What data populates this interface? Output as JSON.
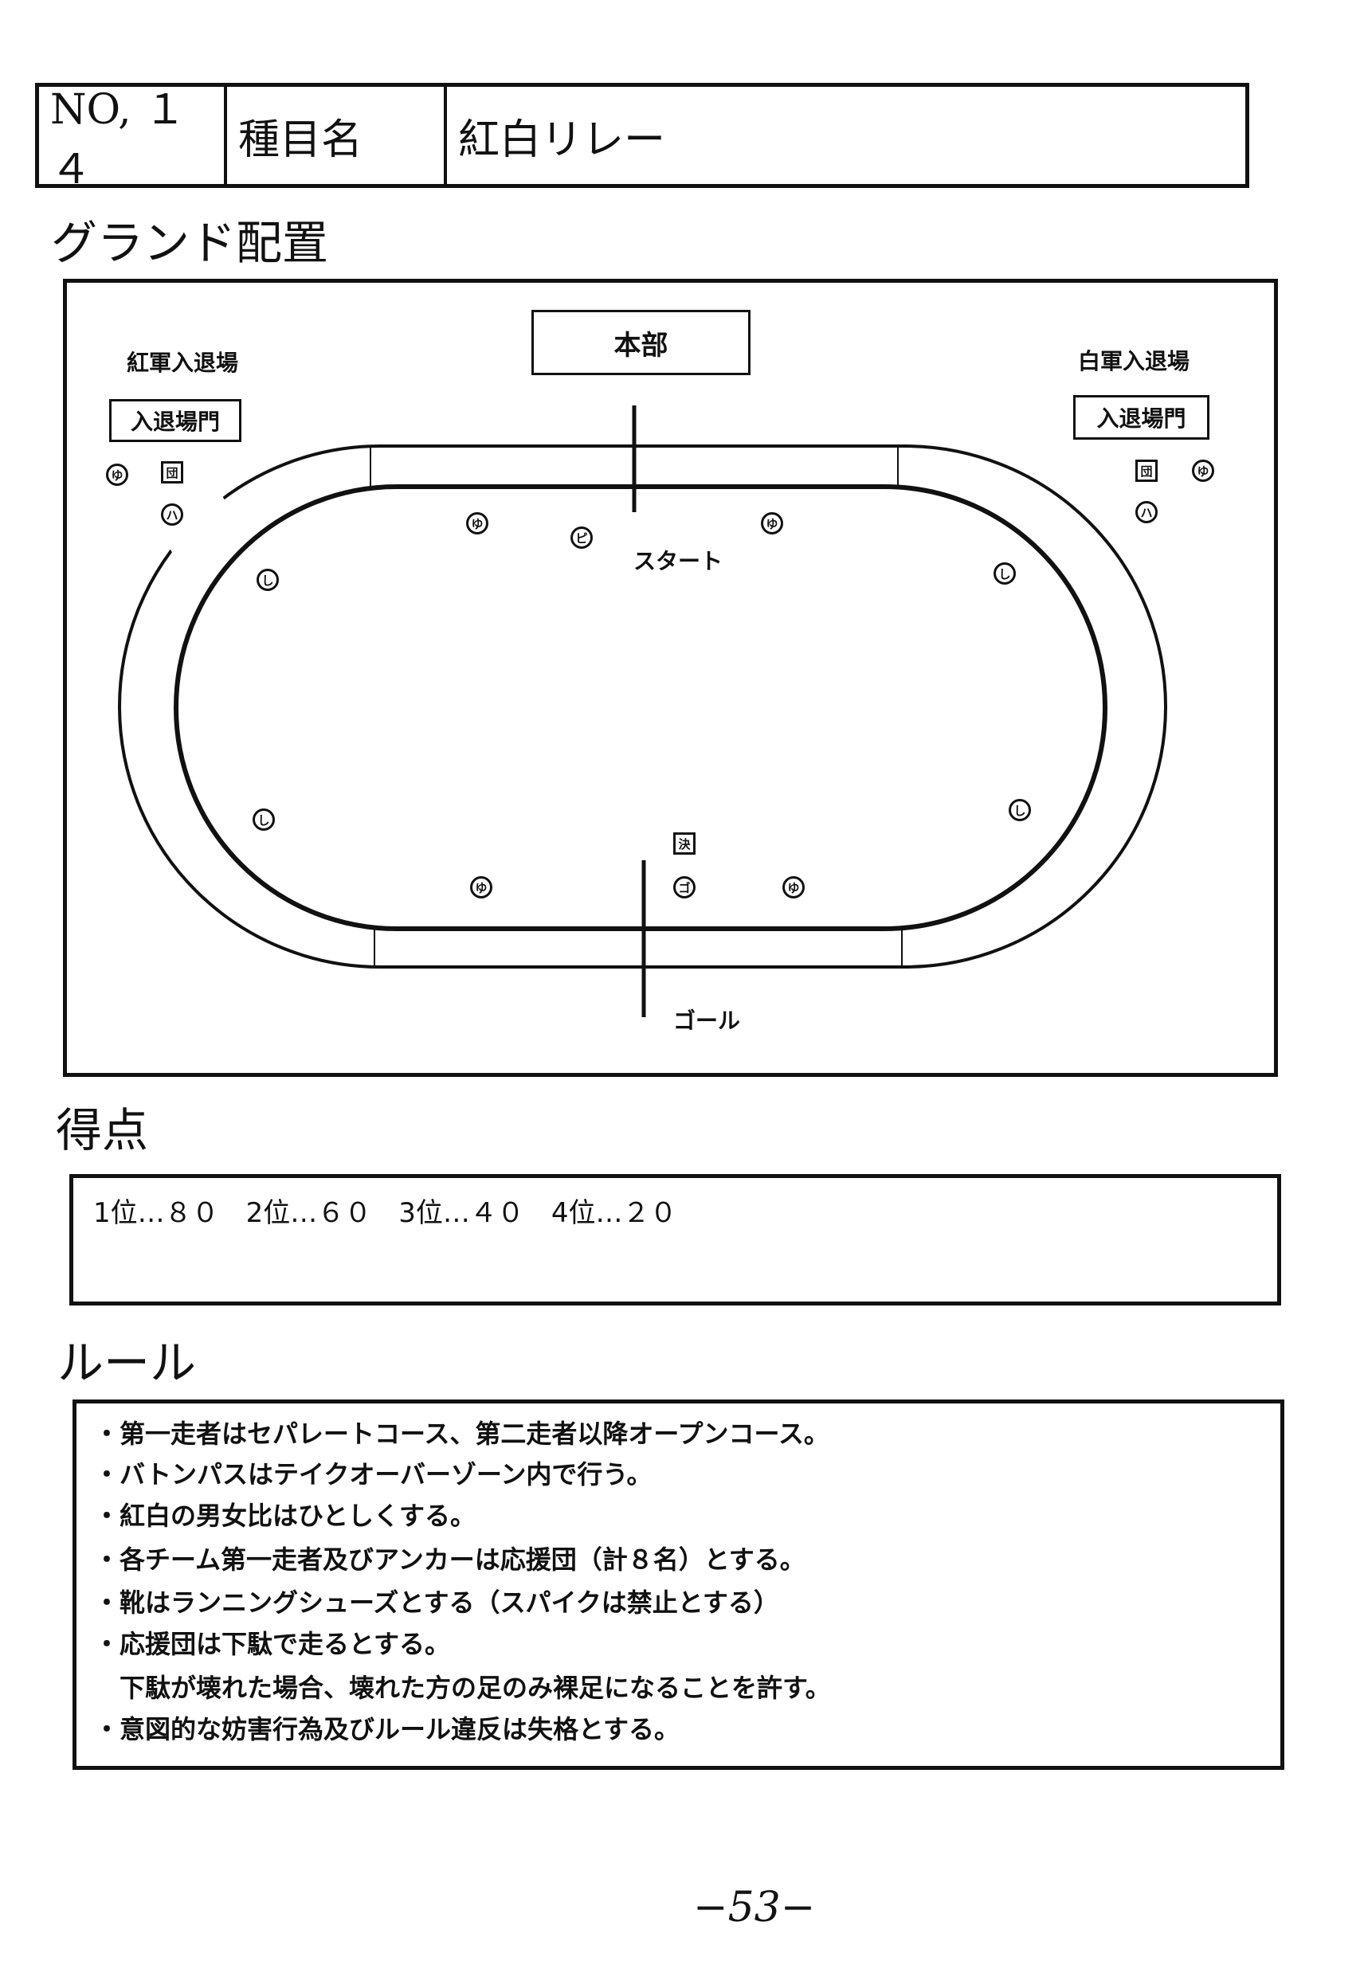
{
  "header": {
    "number": "NO, １４",
    "event_label": "種目名",
    "event_name": "紅白リレー"
  },
  "sections": {
    "layout": "グランド配置",
    "score": "得点",
    "rules": "ルール"
  },
  "diagram": {
    "headquarters": "本部",
    "red_entrance": "紅軍入退場",
    "white_entrance": "白軍入退場",
    "gate": "入退場門",
    "start": "スタート",
    "goal": "ゴール",
    "markers": {
      "yu": "ゆ",
      "dan": "団",
      "ha": "ハ",
      "pi": "ピ",
      "shi": "し",
      "go": "ゴ",
      "ketsu": "決"
    }
  },
  "score": {
    "text": "1位…８０　2位…６０　3位…４０　4位…２０"
  },
  "rules": [
    "・第一走者はセパレートコース、第二走者以降オープンコース。",
    "・バトンパスはテイクオーバーゾーン内で行う。",
    "・紅白の男女比はひとしくする。",
    "・各チーム第一走者及びアンカーは応援団（計８名）とする。",
    "・靴はランニングシューズとする（スパイクは禁止とする）",
    "・応援団は下駄で走るとする。",
    "　下駄が壊れた場合、壊れた方の足のみ裸足になることを許す。",
    "・意図的な妨害行為及びルール違反は失格とする。"
  ],
  "page_number": "−53−"
}
